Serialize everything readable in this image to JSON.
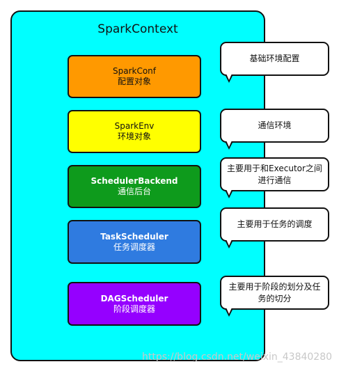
{
  "diagram": {
    "title": "SparkContext",
    "components": [
      {
        "name": "SparkConf",
        "desc": "配置对象"
      },
      {
        "name": "SparkEnv",
        "desc": "环境对象"
      },
      {
        "name": "SchedulerBackend",
        "desc": "通信后台"
      },
      {
        "name": "TaskScheduler",
        "desc": "任务调度器"
      },
      {
        "name": "DAGScheduler",
        "desc": "阶段调度器"
      }
    ],
    "callouts": [
      "基础环境配置",
      "通信环境",
      "主要用于和Executor之间进行通信",
      "主要用于任务的调度",
      "主要用于阶段的划分及任务的切分"
    ],
    "colors": {
      "container": "#00ffff",
      "spark_conf": "#ff9900",
      "spark_env": "#ffff00",
      "scheduler_backend": "#0e9b1c",
      "task_scheduler": "#2f7be0",
      "dag_scheduler": "#9500ff"
    }
  },
  "watermark": "https://blog.csdn.net/weixin_43840280"
}
